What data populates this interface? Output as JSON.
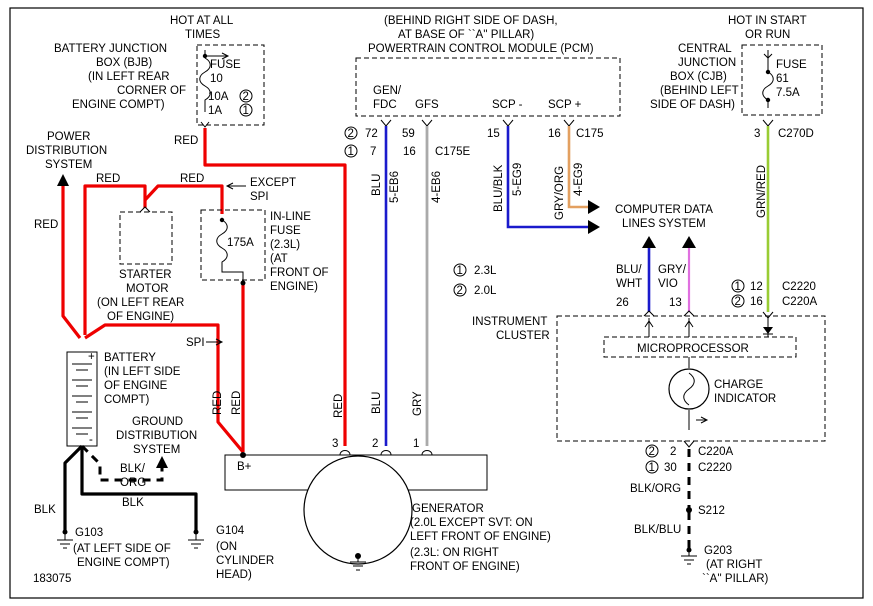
{
  "diagram_id": "183075",
  "bjb": {
    "hot": [
      "HOT AT ALL",
      "TIMES"
    ],
    "label": [
      "BATTERY JUNCTION",
      "BOX (BJB)",
      "(IN LEFT REAR",
      "CORNER OF",
      "ENGINE COMPT)"
    ],
    "fuse": [
      "FUSE",
      "10"
    ],
    "rating_a": "10A",
    "rating_b": "1A",
    "n1": "1",
    "n2": "2"
  },
  "pcm": {
    "label": [
      "(BEHIND RIGHT SIDE OF DASH,",
      "AT BASE OF ``A'' PILLAR)",
      "POWERTRAIN CONTROL MODULE (PCM)"
    ],
    "pins": {
      "genfdc": [
        "GEN/",
        "FDC"
      ],
      "gfs": "GFS",
      "scpm": "SCP -",
      "scpp": "SCP +"
    },
    "row1": {
      "n2": "2",
      "p72": "72",
      "p59": "59",
      "p15": "15",
      "p16": "16",
      "conn": "C175"
    },
    "row2": {
      "n1": "1",
      "p7": "7",
      "p16": "16",
      "conn": "C175E"
    }
  },
  "cjb": {
    "hot": [
      "HOT IN START",
      "OR RUN"
    ],
    "label": [
      "CENTRAL",
      "JUNCTION",
      "BOX (CJB)",
      "(BEHIND LEFT",
      "SIDE OF DASH)"
    ],
    "fuse": [
      "FUSE",
      "61",
      "7.5A"
    ],
    "pin": "3",
    "conn": "C270D"
  },
  "wires": {
    "red": "RED",
    "blu": "BLU",
    "gry": "GRY",
    "blu_eb6": "5-EB6",
    "gry_eb6": "4-EB6",
    "blu_blk": "BLU/BLK",
    "eg9_5": "5-EG9",
    "gry_org": "GRY/ORG",
    "eg9_4": "4-EG9",
    "grn_red": "GRN/RED",
    "blu_wht": [
      "BLU/",
      "WHT"
    ],
    "gry_vio": [
      "GRY/",
      "VIO"
    ],
    "blk": "BLK",
    "blk_org": [
      "BLK/",
      "ORG"
    ],
    "blk_org_lower": "BLK/ORG",
    "blk_blu": "BLK/BLU"
  },
  "pds": [
    "POWER",
    "DISTRIBUTION",
    "SYSTEM"
  ],
  "except_spi": [
    "EXCEPT",
    "SPI"
  ],
  "spi": "SPI",
  "inline_fuse": {
    "label": [
      "IN-LINE",
      "FUSE",
      "(2.3L)",
      "(AT",
      "FRONT OF",
      "ENGINE)"
    ],
    "rating": "175A"
  },
  "starter": [
    "STARTER",
    "MOTOR",
    "(ON LEFT REAR",
    "OF ENGINE)"
  ],
  "battery": [
    "BATTERY",
    "(IN LEFT SIDE",
    "OF ENGINE",
    "COMPT)"
  ],
  "battery_plus": "+",
  "battery_minus": "-",
  "ground_dist": [
    "GROUND",
    "DISTRIBUTION",
    "SYSTEM"
  ],
  "legend": {
    "n1": "1",
    "l1": "2.3L",
    "n2": "2",
    "l2": "2.0L"
  },
  "cdl": [
    "COMPUTER DATA",
    "LINES SYSTEM"
  ],
  "cluster": {
    "label": [
      "INSTRUMENT",
      "CLUSTER"
    ],
    "pins": {
      "p26": "26",
      "p13": "13",
      "n1": "1",
      "p12": "12",
      "c2220": "C2220",
      "n2": "2",
      "p16": "16",
      "c220a": "C220A"
    },
    "micro": "MICROPROCESSOR",
    "charge": [
      "CHARGE",
      "INDICATOR"
    ],
    "bottom": {
      "n2": "2",
      "p2": "2",
      "conn2": "C220A",
      "n1": "1",
      "p30": "30",
      "conn1": "C2220"
    }
  },
  "generator": {
    "pins": {
      "p3": "3",
      "p2": "2",
      "p1": "1",
      "bplus": "B+"
    },
    "label": [
      "GENERATOR",
      "(2.0L EXCEPT SVT: ON",
      "LEFT FRONT OF ENGINE)",
      "(2.3L: ON RIGHT",
      "FRONT OF ENGINE)"
    ]
  },
  "grounds": {
    "g103": [
      "G103",
      "(AT LEFT SIDE OF",
      "ENGINE COMPT)"
    ],
    "g104": [
      "G104",
      "(ON",
      "CYLINDER",
      "HEAD)"
    ],
    "s212": "S212",
    "g203": [
      "G203",
      "(AT RIGHT",
      "``A'' PILLAR)"
    ]
  }
}
